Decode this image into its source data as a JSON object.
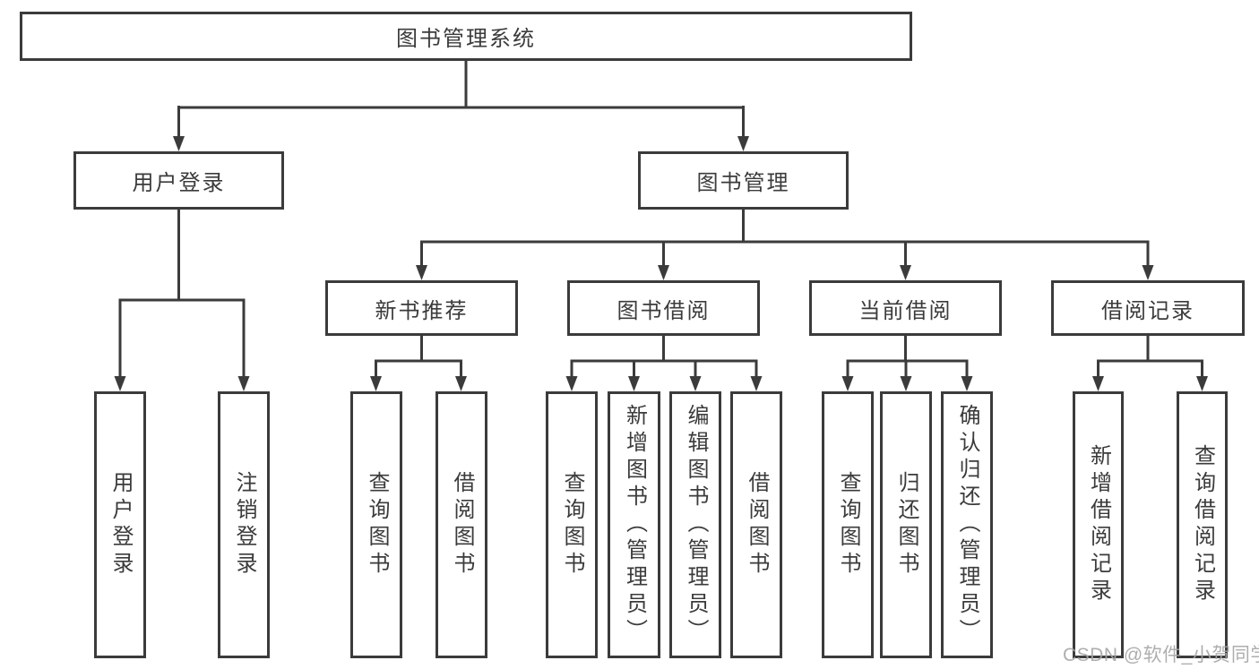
{
  "colors": {
    "line": "#3b3b3b",
    "text": "#3b3b3b",
    "box_background": "#ffffff",
    "watermark": "#a6a6a6"
  },
  "tree": {
    "root": {
      "label": "图书管理系统"
    },
    "level2": {
      "user_login": {
        "label": "用户登录"
      },
      "book_mgmt": {
        "label": "图书管理"
      }
    },
    "level3": {
      "new_books": {
        "label": "新书推荐"
      },
      "book_borrow": {
        "label": "图书借阅"
      },
      "current_borrow": {
        "label": "当前借阅"
      },
      "borrow_records": {
        "label": "借阅记录"
      }
    },
    "leaves": {
      "user_login": {
        "label": "用户登录"
      },
      "logout": {
        "label": "注销登录"
      },
      "nb_query": {
        "label": "查询图书"
      },
      "nb_borrow": {
        "label": "借阅图书"
      },
      "bb_query": {
        "label": "查询图书"
      },
      "bb_add": {
        "label": "新增图书（管理员）"
      },
      "bb_edit": {
        "label": "编辑图书（管理员）"
      },
      "bb_borrow": {
        "label": "借阅图书"
      },
      "cb_query": {
        "label": "查询图书"
      },
      "cb_return": {
        "label": "归还图书"
      },
      "cb_confirm": {
        "label": "确认归还（管理员）"
      },
      "br_add": {
        "label": "新增借阅记录"
      },
      "br_query": {
        "label": "查询借阅记录"
      }
    }
  },
  "watermark": "CSDN @软件_小贺同学"
}
